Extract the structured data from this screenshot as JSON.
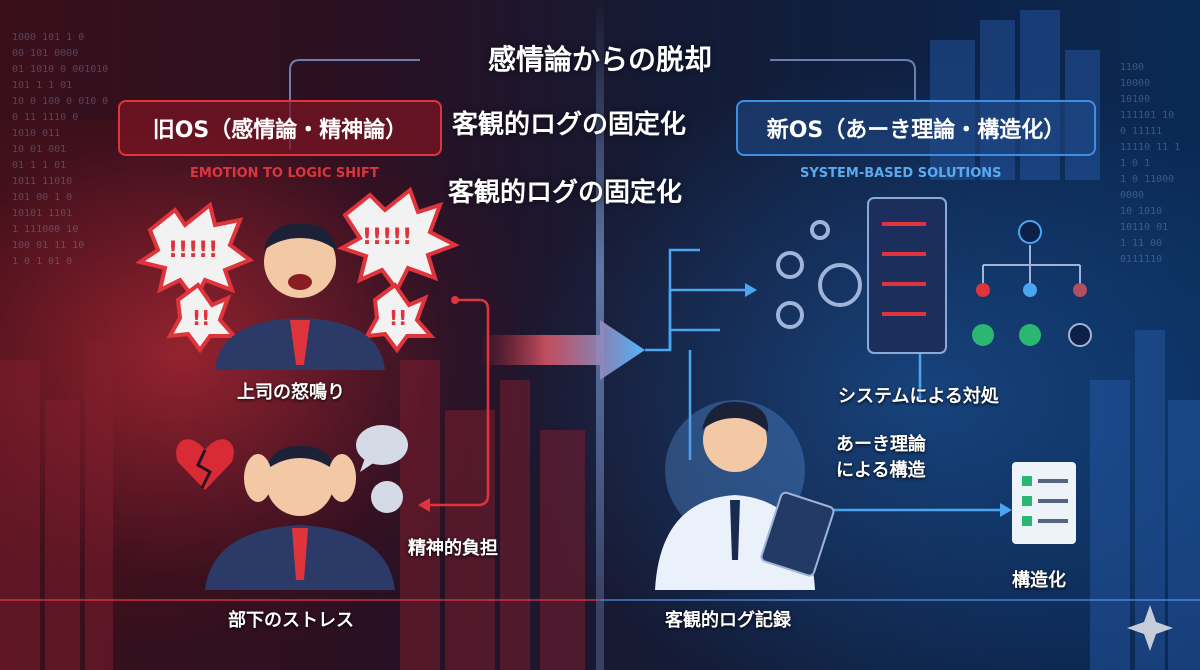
{
  "title": "感情論からの脱却",
  "subtitle": "客観的ログの固定化",
  "old_os": {
    "label": "旧OS（感情論・精神論）",
    "caption": "EMOTION TO LOGIC SHIFT"
  },
  "center_caption": "客観的ログの固定化",
  "new_os": {
    "label": "新OS（あーき理論・構造化）",
    "caption": "SYSTEM-BASED SOLUTIONS"
  },
  "left": {
    "boss_label": "上司の怒鳴り",
    "stress_label": "部下のストレス",
    "burden_label": "精神的負担",
    "shouts": [
      "!!!!!",
      "!!!!!",
      "!!",
      "!!"
    ]
  },
  "right": {
    "system_label": "システムによる対処",
    "theory_label": "あーき理論\nによる構造",
    "log_label": "客観的ログ記録",
    "structure_label": "構造化"
  },
  "binary": {
    "left": "1000 101 1 0\n00 101 0000\n01 1010 0 001010\n101 1 1 01\n10 0 100 0 010 0\n0 11 1110 0\n1010 011\n10 01 001\n01 1 1 01\n1011 11010\n101 00 1 0\n10101 1101\n1 111000 10\n100 01 11 10\n1 0 1 01 0",
    "right": "1100\n10000\n10100\n111101 10\n0 11111\n11110 11 1\n1 0 1\n1 0 11000\n0000\n10 1010\n10110 01\n1 11 00\n0111110"
  },
  "colors": {
    "red": "#e0343c",
    "blue": "#3d8fe0",
    "green": "#2bb673",
    "navy": "#1b2a52"
  }
}
